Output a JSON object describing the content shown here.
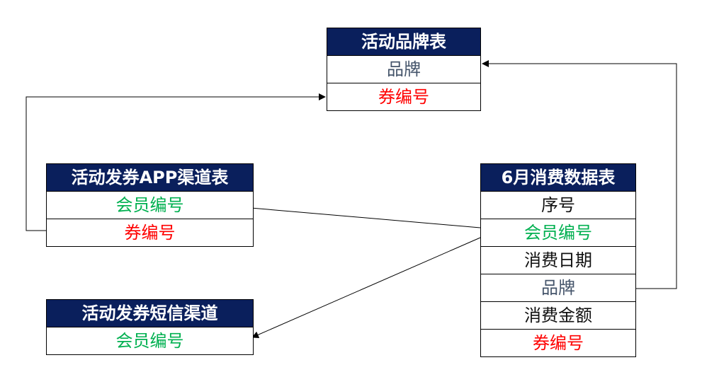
{
  "tables": {
    "brand": {
      "title": "活动品牌表",
      "rows": [
        {
          "label": "品牌",
          "color": "#44546a"
        },
        {
          "label": "券编号",
          "color": "#ff0000"
        }
      ]
    },
    "app": {
      "title": "活动发券APP渠道表",
      "rows": [
        {
          "label": "会员编号",
          "color": "#00b050"
        },
        {
          "label": "券编号",
          "color": "#ff0000"
        }
      ]
    },
    "sms": {
      "title": "活动发券短信渠道",
      "rows": [
        {
          "label": "会员编号",
          "color": "#00b050"
        }
      ]
    },
    "june": {
      "title": "6月消费数据表",
      "rows": [
        {
          "label": "序号",
          "color": "#111111"
        },
        {
          "label": "会员编号",
          "color": "#00b050"
        },
        {
          "label": "消费日期",
          "color": "#111111"
        },
        {
          "label": "品牌",
          "color": "#44546a"
        },
        {
          "label": "消费金额",
          "color": "#111111"
        },
        {
          "label": "券编号",
          "color": "#ff0000"
        }
      ]
    }
  },
  "colors": {
    "header_bg": "#0a1f5c",
    "header_text": "#ffffff",
    "border": "#000000",
    "connector": "#000000"
  }
}
